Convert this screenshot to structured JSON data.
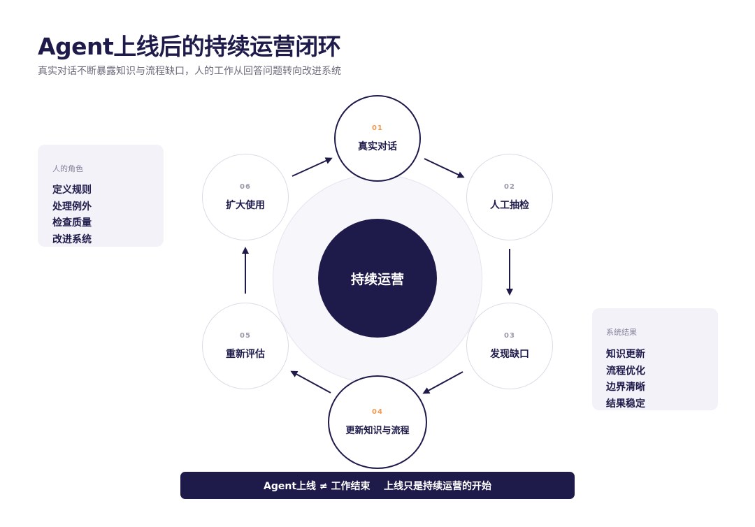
{
  "header": {
    "title": "Agent上线后的持续运营闭环",
    "subtitle": "真实对话不断暴露知识与流程缺口，人的工作从回答问题转向改进系统"
  },
  "human_role": {
    "title": "人的角色",
    "items": [
      "定义规则",
      "处理例外",
      "检查质量",
      "改进系统"
    ]
  },
  "system_result": {
    "title": "系统结果",
    "items": [
      "知识更新",
      "流程优化",
      "边界清晰",
      "结果稳定"
    ]
  },
  "center": {
    "label": "持续运营"
  },
  "steps": [
    {
      "num": "01",
      "label": "真实对话"
    },
    {
      "num": "02",
      "label": "人工抽检"
    },
    {
      "num": "03",
      "label": "发现缺口"
    },
    {
      "num": "04",
      "label": "更新知识与流程"
    },
    {
      "num": "05",
      "label": "重新评估"
    },
    {
      "num": "06",
      "label": "扩大使用"
    }
  ],
  "banner": {
    "text": "Agent上线 ≠ 工作结束    上线只是持续运营的开始"
  },
  "colors": {
    "primary": "#1e1b4b",
    "accent": "#f09a54",
    "card_bg": "#f4f2f9",
    "muted": "#9a98a8"
  }
}
